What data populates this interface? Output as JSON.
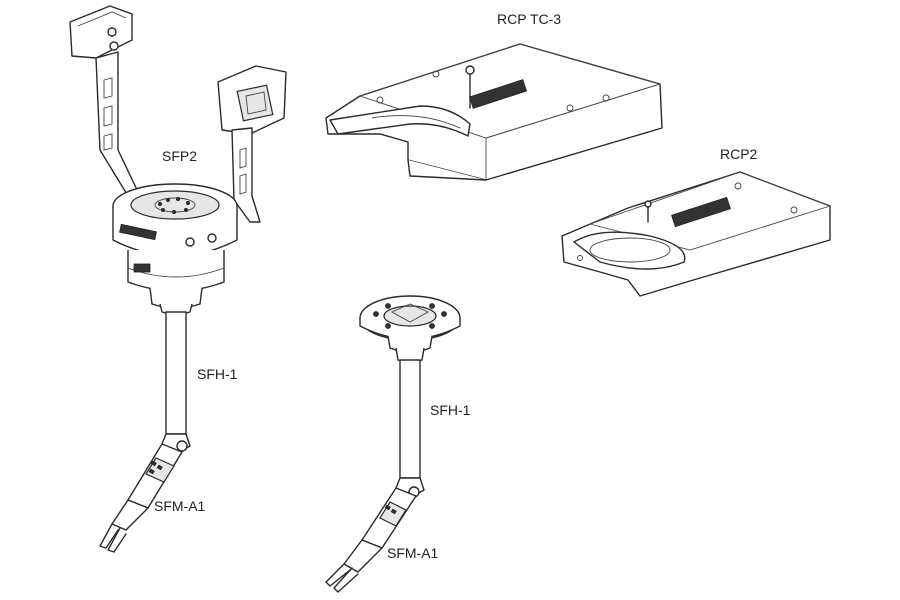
{
  "labels": {
    "rcp_tc3": "RCP TC-3",
    "rcp2": "RCP2",
    "sfp2": "SFP2",
    "sfh1_left": "SFH-1",
    "sfh1_right": "SFH-1",
    "sfma1_left": "SFM-A1",
    "sfma1_right": "SFM-A1"
  },
  "colors": {
    "line": "#2a2a2a",
    "label": "#222222",
    "background": "#ffffff",
    "shade": "#e6e6e6"
  }
}
